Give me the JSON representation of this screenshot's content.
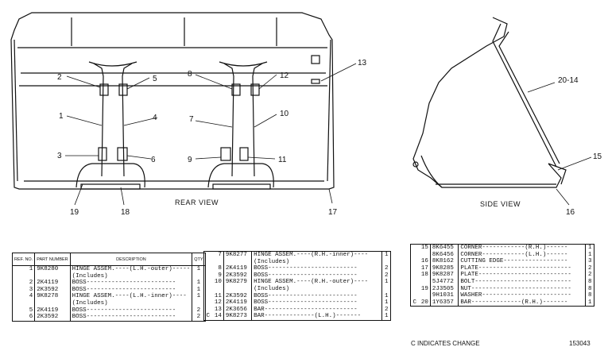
{
  "views": {
    "rear": "REAR VIEW",
    "side": "SIDE VIEW"
  },
  "callouts": {
    "c1": "1",
    "c2": "2",
    "c3": "3",
    "c4": "4",
    "c5": "5",
    "c6": "6",
    "c7": "7",
    "c8": "8",
    "c9": "9",
    "c10": "10",
    "c11": "11",
    "c12": "12",
    "c13": "13",
    "c14": "20-14",
    "c15": "15",
    "c16": "16",
    "c17": "17",
    "c18": "18",
    "c19": "19"
  },
  "table1": {
    "header": {
      "ref": "REF. NO.",
      "part": "PART NUMBER",
      "desc": "DESCRIPTION",
      "qty": "QTY"
    },
    "rows": [
      {
        "ref": "1",
        "part": "9K8280",
        "desc": "HINGE ASSEM.----(L.H.-outer)-----",
        "qty": "1"
      },
      {
        "ref": "",
        "part": "",
        "desc": "(Includes)",
        "qty": ""
      },
      {
        "ref": "2",
        "part": "2K4119",
        "desc": "BOSS-------------------------",
        "qty": "1"
      },
      {
        "ref": "3",
        "part": "2K3592",
        "desc": "BOSS-------------------------",
        "qty": "1"
      },
      {
        "ref": "4",
        "part": "9K8278",
        "desc": "HINGE ASSEM.----(L.H.-inner)----",
        "qty": "1"
      },
      {
        "ref": "",
        "part": "",
        "desc": "(Includes)",
        "qty": ""
      },
      {
        "ref": "5",
        "part": "2K4119",
        "desc": "BOSS-------------------------",
        "qty": "2"
      },
      {
        "ref": "6",
        "part": "2K3592",
        "desc": "BOSS-------------------------",
        "qty": "2"
      }
    ]
  },
  "table2": {
    "rows": [
      {
        "c": "",
        "ref": "7",
        "part": "9K8277",
        "desc": "HINGE ASSEM.----(R.H.-inner)----",
        "qty": "1"
      },
      {
        "c": "",
        "ref": "",
        "part": "",
        "desc": "(Includes)",
        "qty": ""
      },
      {
        "c": "",
        "ref": "8",
        "part": "2K4119",
        "desc": "BOSS-------------------------",
        "qty": "2"
      },
      {
        "c": "",
        "ref": "9",
        "part": "2K3592",
        "desc": "BOSS-------------------------",
        "qty": "2"
      },
      {
        "c": "",
        "ref": "10",
        "part": "9K8279",
        "desc": "HINGE ASSEM.----(R.H.-outer)----",
        "qty": "1"
      },
      {
        "c": "",
        "ref": "",
        "part": "",
        "desc": "(Includes)",
        "qty": ""
      },
      {
        "c": "",
        "ref": "11",
        "part": "2K3592",
        "desc": "BOSS-------------------------",
        "qty": "1"
      },
      {
        "c": "",
        "ref": "12",
        "part": "2K4119",
        "desc": "BOSS-------------------------",
        "qty": "1"
      },
      {
        "c": "",
        "ref": "13",
        "part": "2K3656",
        "desc": "BAR--------------------------",
        "qty": "2"
      },
      {
        "c": "C",
        "ref": "14",
        "part": "9K8273",
        "desc": "BAR--------------(L.H.)-------",
        "qty": "1"
      }
    ]
  },
  "table3": {
    "rows": [
      {
        "c": "",
        "ref": "15",
        "part": "8K6455",
        "desc": "CORNER------------(R.H.)------",
        "qty": "1"
      },
      {
        "c": "",
        "ref": "",
        "part": "8K6456",
        "desc": "CORNER------------(L.H.)------",
        "qty": "1"
      },
      {
        "c": "",
        "ref": "16",
        "part": "8K8162",
        "desc": "CUTTING EDGE------------------",
        "qty": "3"
      },
      {
        "c": "",
        "ref": "17",
        "part": "9K8285",
        "desc": "PLATE--------------------------",
        "qty": "2"
      },
      {
        "c": "",
        "ref": "18",
        "part": "9K8287",
        "desc": "PLATE--------------------------",
        "qty": "2"
      },
      {
        "c": "",
        "ref": "",
        "part": "5J4772",
        "desc": "BOLT---------------------------",
        "qty": "8"
      },
      {
        "c": "",
        "ref": "19",
        "part": "2J3505",
        "desc": "NUT----------------------------",
        "qty": "8"
      },
      {
        "c": "",
        "ref": "",
        "part": "9H1031",
        "desc": "WASHER-------------------------",
        "qty": "8"
      },
      {
        "c": "C",
        "ref": "20",
        "part": "1Y6357",
        "desc": "BAR--------------(R.H.)-------",
        "qty": "1"
      }
    ]
  },
  "footnote": "C INDICATES CHANGE",
  "drawing_number": "153043"
}
